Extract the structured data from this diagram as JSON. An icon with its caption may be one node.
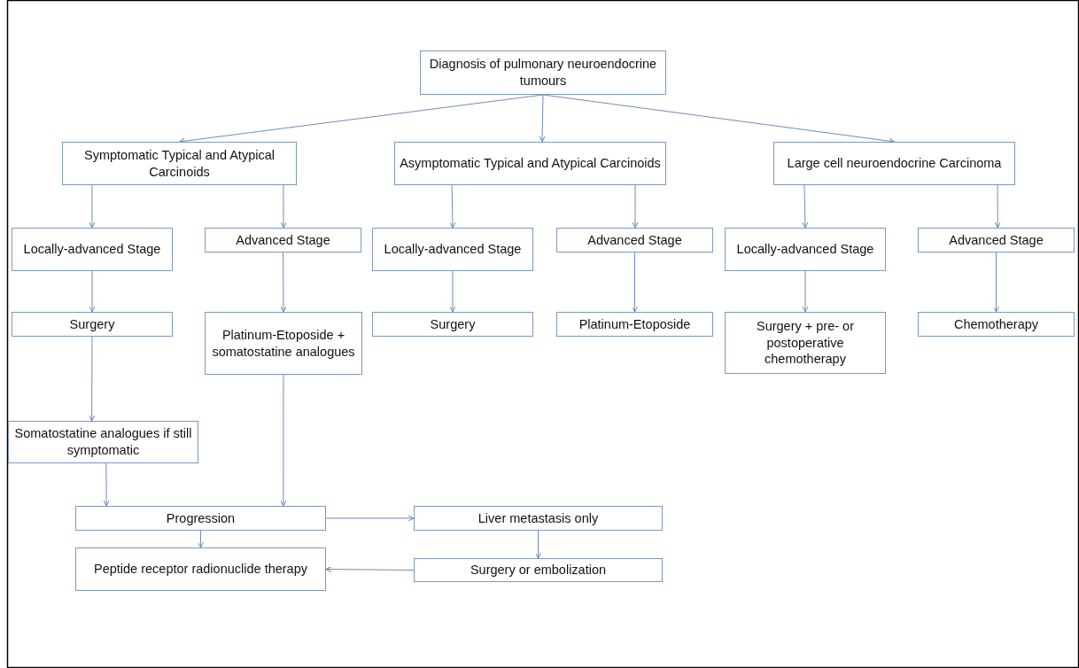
{
  "diagram": {
    "nodes": [
      {
        "text": [
          "Diagnosis of pulmonary neuroendocrine tumours"
        ]
      },
      {
        "text": [
          "Symptomatic Typical and Atypical Carcinoids"
        ]
      },
      {
        "text": [
          "Asymptomatic Typical and Atypical Carcinoids"
        ]
      },
      {
        "text": [
          "Large cell neuroendocrine Carcinoma"
        ]
      },
      {
        "text": [
          "Locally-advanced Stage"
        ]
      },
      {
        "text": [
          "Advanced Stage"
        ]
      },
      {
        "text": [
          "Locally-advanced Stage"
        ]
      },
      {
        "text": [
          "Advanced Stage"
        ]
      },
      {
        "text": [
          "Locally-advanced Stage"
        ]
      },
      {
        "text": [
          "Advanced Stage"
        ]
      },
      {
        "text": [
          "Surgery"
        ]
      },
      {
        "text": [
          "Platinum-Etoposide + somatostatine analogues"
        ]
      },
      {
        "text": [
          "Surgery"
        ]
      },
      {
        "text": [
          "Platinum-Etoposide"
        ]
      },
      {
        "text": [
          "Surgery + pre- or postoperative chemotherapy"
        ]
      },
      {
        "text": [
          "Chemotherapy"
        ]
      },
      {
        "text": [
          "Somatostatine analogues if still symptomatic"
        ]
      },
      {
        "text": [
          "Progression"
        ]
      },
      {
        "text": [
          "Liver metastasis only"
        ]
      },
      {
        "text": [
          "Peptide receptor radionuclide therapy"
        ]
      },
      {
        "text": [
          "Surgery or embolization"
        ]
      }
    ],
    "edges": [
      {
        "from": 0,
        "to": 1,
        "arrow": "to"
      },
      {
        "from": 0,
        "to": 2,
        "arrow": "to"
      },
      {
        "from": 0,
        "to": 3,
        "arrow": "to"
      },
      {
        "from": 1,
        "to": 4,
        "arrow": "to"
      },
      {
        "from": 1,
        "to": 5,
        "arrow": "to"
      },
      {
        "from": 2,
        "to": 6,
        "arrow": "to"
      },
      {
        "from": 2,
        "to": 7,
        "arrow": "to"
      },
      {
        "from": 3,
        "to": 8,
        "arrow": "to"
      },
      {
        "from": 3,
        "to": 9,
        "arrow": "to"
      },
      {
        "from": 4,
        "to": 10,
        "arrow": "to"
      },
      {
        "from": 5,
        "to": 11,
        "arrow": "to"
      },
      {
        "from": 6,
        "to": 12,
        "arrow": "to"
      },
      {
        "from": 7,
        "to": 13,
        "arrow": "to"
      },
      {
        "from": 8,
        "to": 14,
        "arrow": "to"
      },
      {
        "from": 9,
        "to": 15,
        "arrow": "to"
      },
      {
        "from": 10,
        "to": 16,
        "arrow": "to"
      },
      {
        "from": 11,
        "to": 17,
        "arrow": "to"
      },
      {
        "from": 16,
        "to": 17,
        "arrow": "to"
      },
      {
        "from": 17,
        "to": 18,
        "arrow": "to"
      },
      {
        "from": 17,
        "to": 19,
        "arrow": "to"
      },
      {
        "from": 18,
        "to": 20,
        "arrow": "to"
      },
      {
        "from": 20,
        "to": 19,
        "arrow": "to"
      }
    ]
  }
}
